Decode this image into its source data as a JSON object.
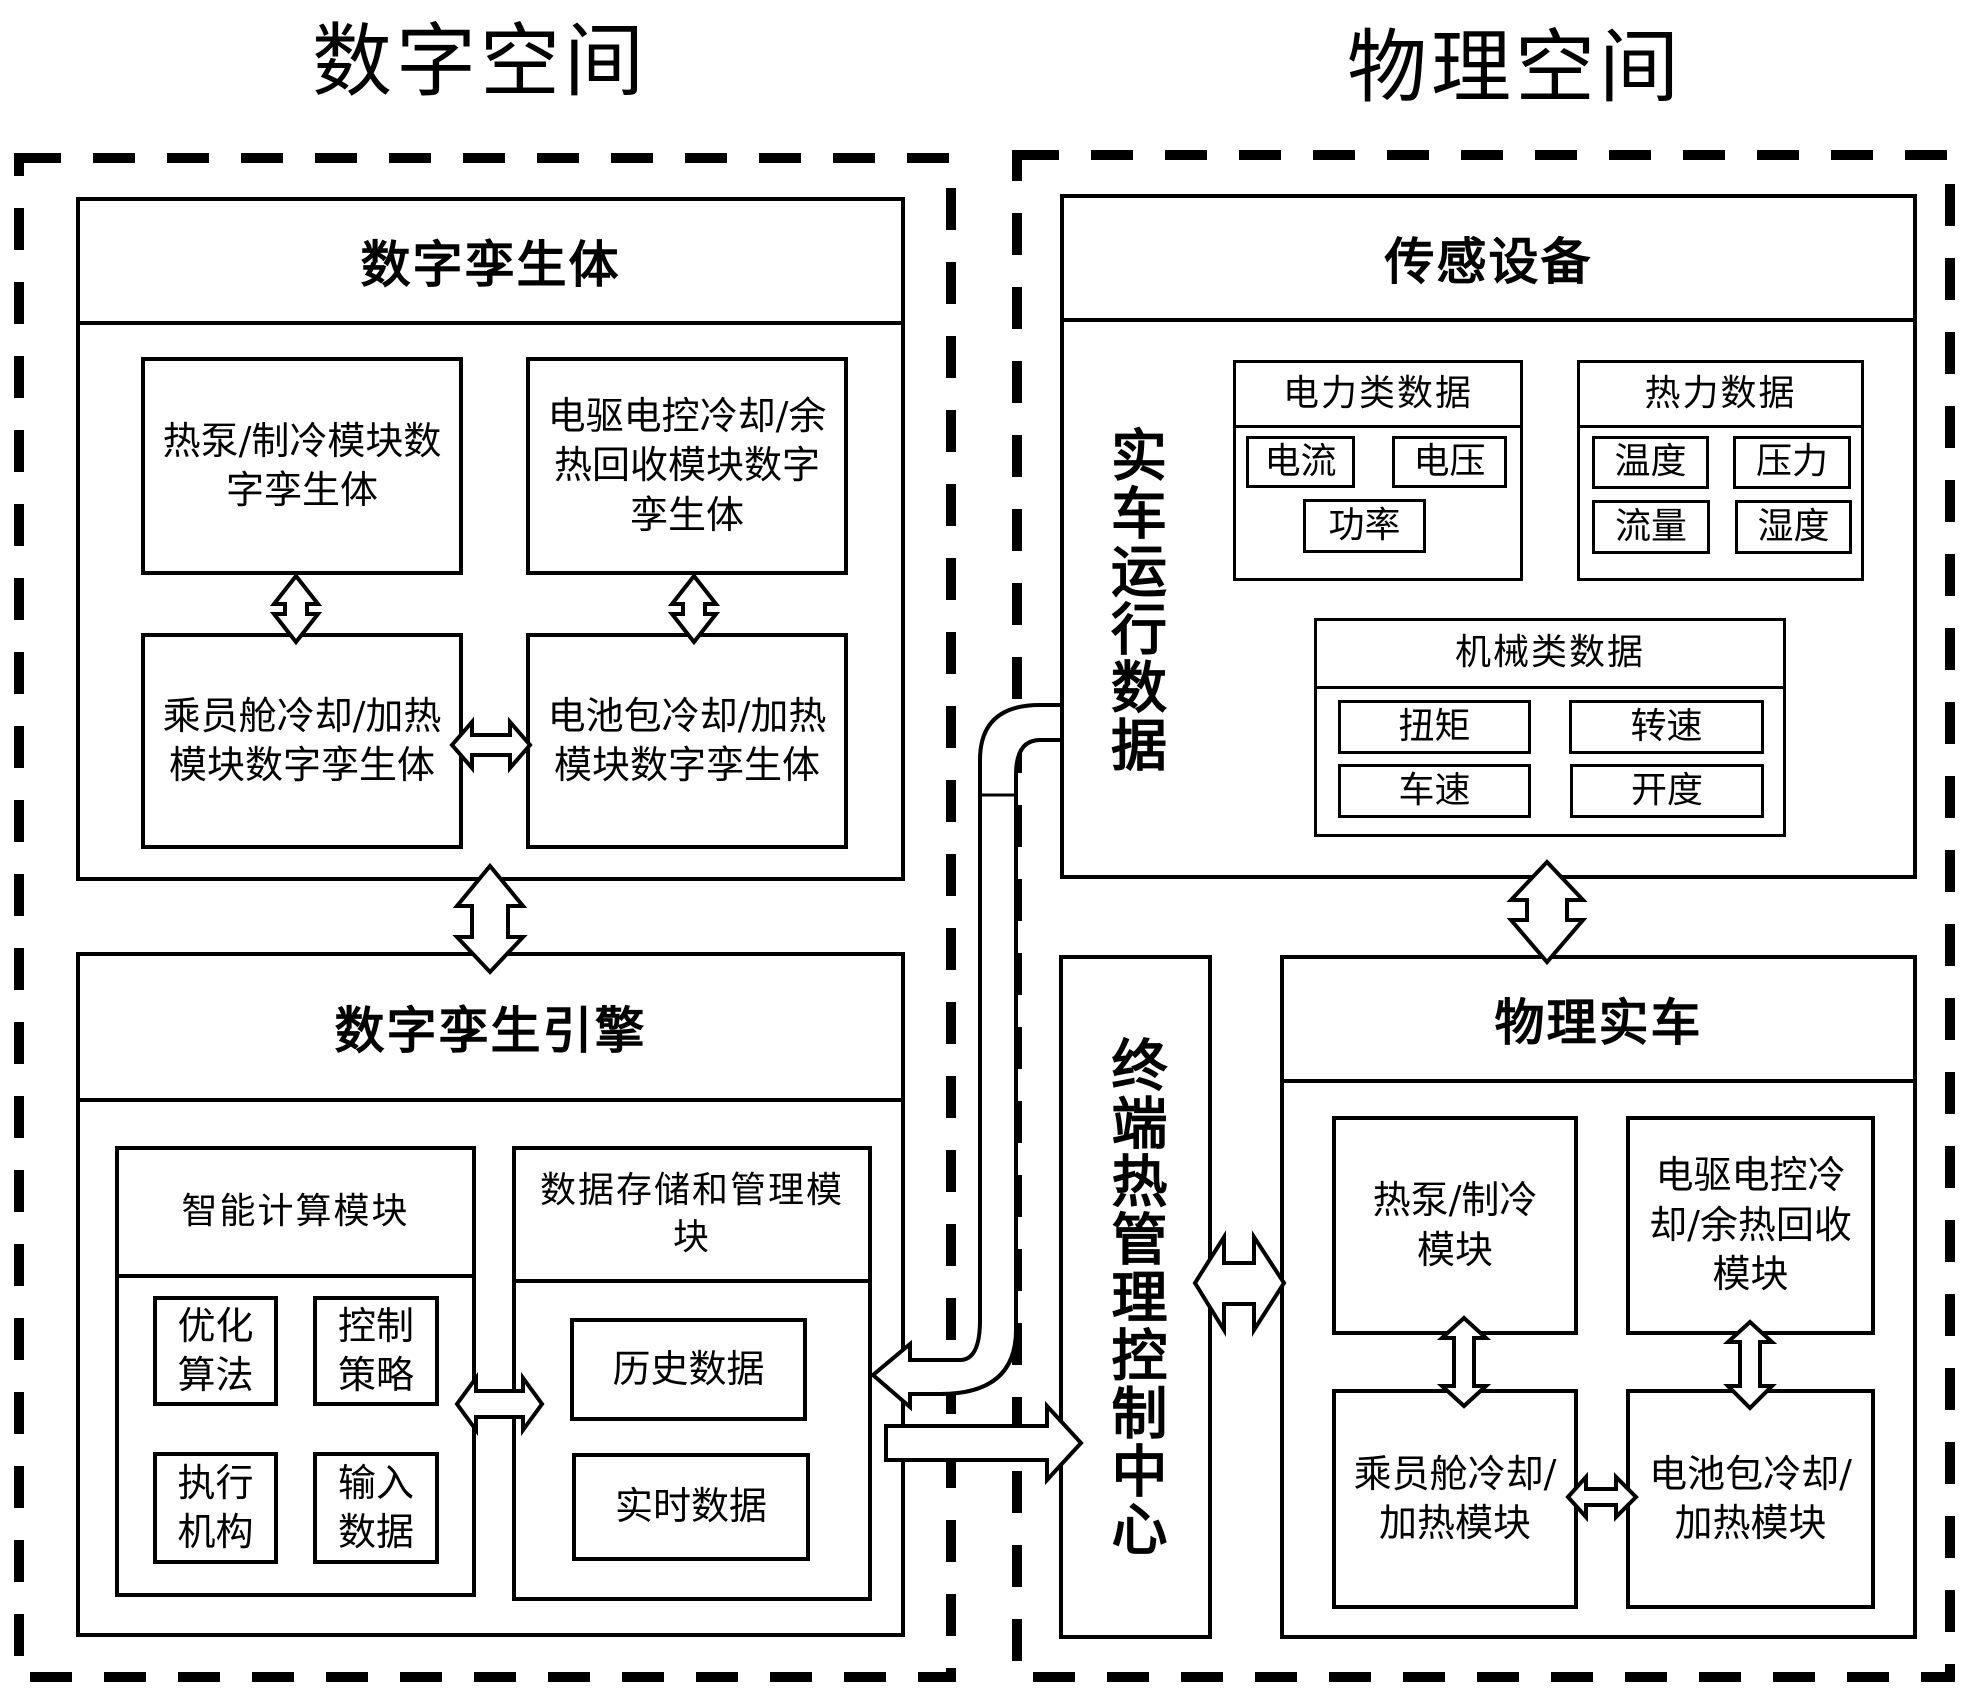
{
  "titles": {
    "digital_space": "数字空间",
    "physical_space": "物理空间"
  },
  "digital_twin": {
    "title": "数字孪生体",
    "modules": [
      "热泵/制冷模块数字孪生体",
      "电驱电控冷却/余热回收模块数字孪生体",
      "乘员舱冷却/加热模块数字孪生体",
      "电池包冷却/加热模块数字孪生体"
    ]
  },
  "engine": {
    "title": "数字孪生引擎",
    "compute": {
      "title": "智能计算模块",
      "items": [
        "优化算法",
        "控制策略",
        "执行机构",
        "输入数据"
      ]
    },
    "storage": {
      "title": "数据存储和管理模块",
      "items": [
        "历史数据",
        "实时数据"
      ]
    }
  },
  "sensors": {
    "title": "传感设备",
    "side_label": "实车运行数据",
    "electric": {
      "title": "电力类数据",
      "items": [
        "电流",
        "电压",
        "功率"
      ]
    },
    "thermal": {
      "title": "热力数据",
      "items": [
        "温度",
        "压力",
        "流量",
        "湿度"
      ]
    },
    "mechanical": {
      "title": "机械类数据",
      "items": [
        "扭矩",
        "转速",
        "车速",
        "开度"
      ]
    }
  },
  "terminal": {
    "title": "终端热管理控制中心"
  },
  "physical_car": {
    "title": "物理实车",
    "modules": [
      "热泵/制冷模块",
      "电驱电控冷却/余热回收模块",
      "乘员舱冷却/加热模块",
      "电池包冷却/加热模块"
    ]
  }
}
